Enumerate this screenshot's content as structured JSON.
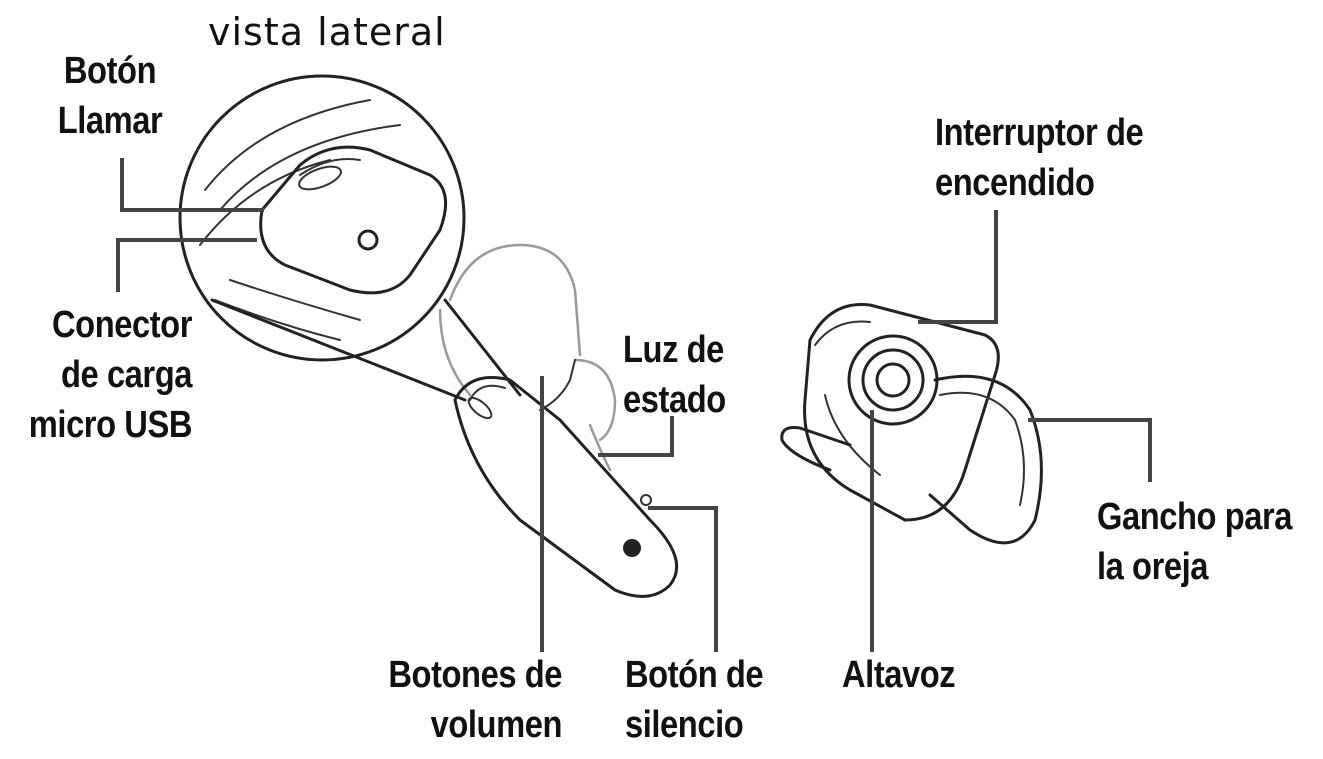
{
  "title": "vista lateral",
  "labels": {
    "call_button": [
      "Botón",
      "Llamar"
    ],
    "usb_connector": [
      "Conector",
      "de carga",
      "micro USB"
    ],
    "status_light": [
      "Luz de",
      "estado"
    ],
    "volume_buttons": [
      "Botones de",
      "volumen"
    ],
    "mute_button": [
      "Botón de",
      "silencio"
    ],
    "power_switch": [
      "Interruptor de",
      "encendido"
    ],
    "speaker": [
      "Altavoz"
    ],
    "ear_hook": [
      "Gancho para",
      "la oreja"
    ]
  },
  "colors": {
    "ink": "#111111",
    "leader": "#444444",
    "background": "#ffffff"
  }
}
